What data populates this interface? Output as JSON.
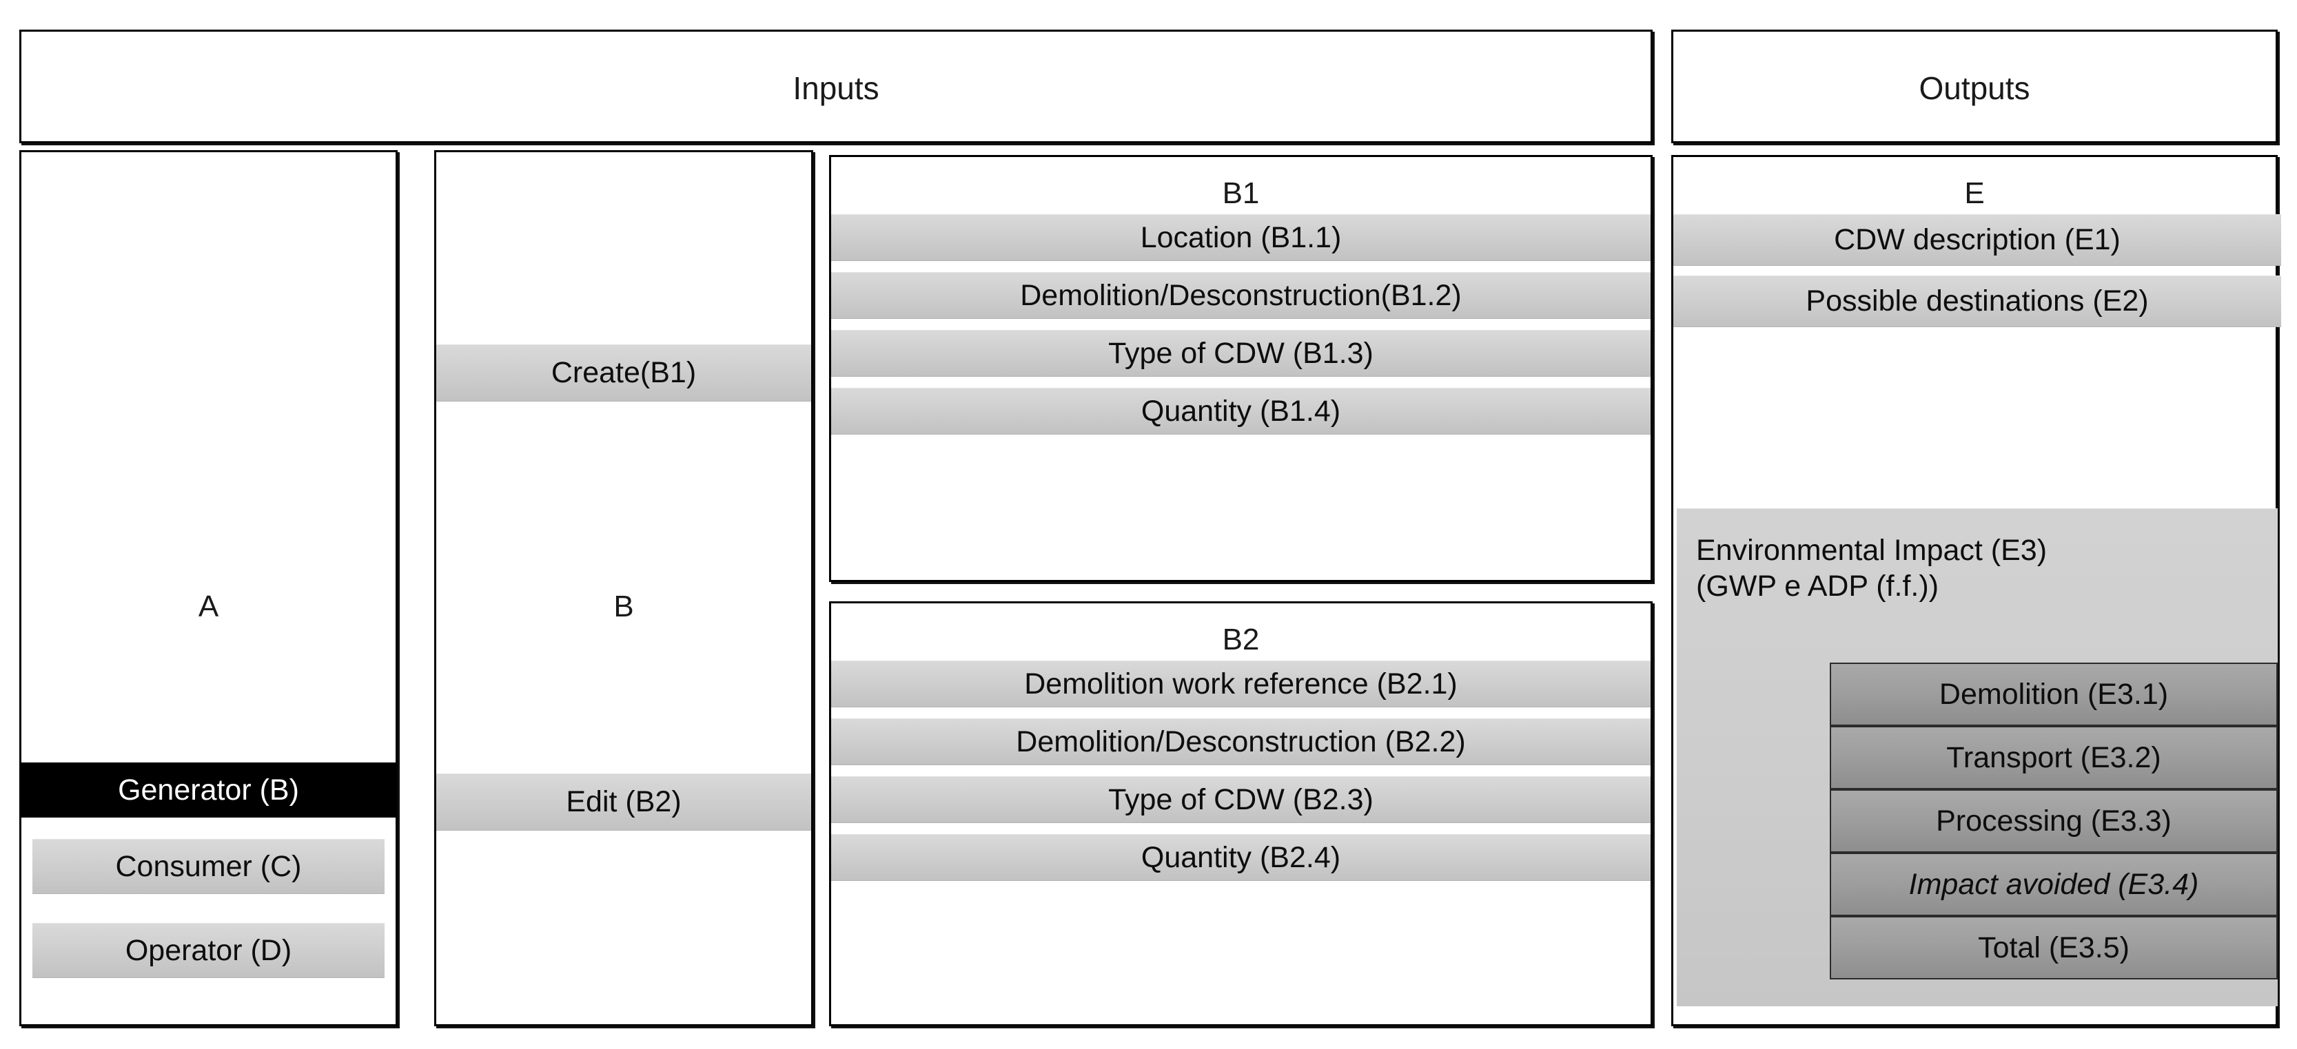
{
  "headers": {
    "inputs": "Inputs",
    "outputs": "Outputs"
  },
  "columns": {
    "a": {
      "letter": "A",
      "items": [
        {
          "label": "Generator (B)",
          "style": "black"
        },
        {
          "label": "Consumer (C)",
          "style": "grey"
        },
        {
          "label": "Operator (D)",
          "style": "grey"
        }
      ]
    },
    "b": {
      "letter": "B",
      "items": [
        {
          "label": "Create(B1)",
          "style": "grey"
        },
        {
          "label": "Edit (B2)",
          "style": "grey"
        }
      ]
    },
    "b1": {
      "title": "B1",
      "items": [
        {
          "label": "Location (B1.1)"
        },
        {
          "label": "Demolition/Desconstruction(B1.2)"
        },
        {
          "label": "Type of CDW (B1.3)"
        },
        {
          "label": "Quantity (B1.4)"
        }
      ]
    },
    "b2": {
      "title": "B2",
      "items": [
        {
          "label": "Demolition work reference (B2.1)"
        },
        {
          "label": "Demolition/Desconstruction (B2.2)"
        },
        {
          "label": "Type of CDW (B2.3)"
        },
        {
          "label": "Quantity (B2.4)"
        }
      ]
    },
    "e": {
      "title": "E",
      "items": [
        {
          "label": "CDW description (E1)"
        },
        {
          "label": "Possible destinations (E2)"
        }
      ],
      "e3": {
        "label": "Environmental Impact (E3)\n(GWP e ADP (f.f.))",
        "items": [
          {
            "label": "Demolition (E3.1)",
            "italic": false
          },
          {
            "label": "Transport (E3.2)",
            "italic": false
          },
          {
            "label": "Processing (E3.3)",
            "italic": false
          },
          {
            "label": "Impact avoided (E3.4)",
            "italic": true
          },
          {
            "label": "Total (E3.5)",
            "italic": false
          }
        ]
      }
    }
  },
  "colors": {
    "border": "#000000",
    "bar_grey": "#cfcfcf",
    "bar_dark_grey": "#9d9d9d",
    "bar_black": "#000000",
    "background": "#ffffff",
    "text": "#0d0d0d",
    "text_inverse": "#ffffff"
  }
}
